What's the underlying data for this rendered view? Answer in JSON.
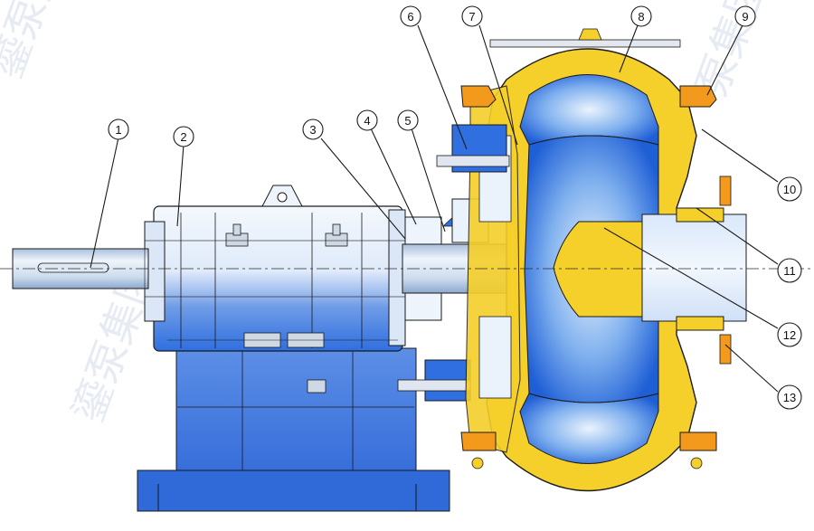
{
  "callouts": {
    "c1": "1",
    "c2": "2",
    "c3": "3",
    "c4": "4",
    "c5": "5",
    "c6": "6",
    "c7": "7",
    "c8": "8",
    "c9": "9",
    "c10": "10",
    "c11": "11",
    "c12": "12",
    "c13": "13"
  },
  "watermark": {
    "vertical": "鎏泵集团",
    "side": "泵集团"
  },
  "colors": {
    "housing_blue": "#2f6fe0",
    "housing_light": "#eaf2fc",
    "casing_yellow": "#f5cf2a",
    "fastener_orange": "#f39a1c",
    "outline": "#1a1a1a"
  }
}
